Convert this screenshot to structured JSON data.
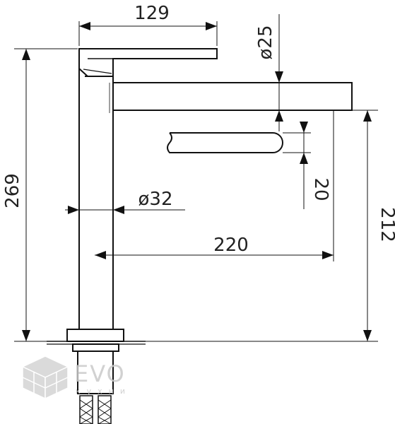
{
  "dimensions": {
    "top_width": "129",
    "spout_diameter": "ø25",
    "total_height": "269",
    "body_diameter": "ø32",
    "reach": "220",
    "spout_height": "212",
    "aerator_height": "20"
  },
  "logo": {
    "name": "EVO",
    "subtitle": "кухни"
  },
  "colors": {
    "line": "#111111",
    "text": "#222222",
    "logo": "#c9c9c9"
  }
}
